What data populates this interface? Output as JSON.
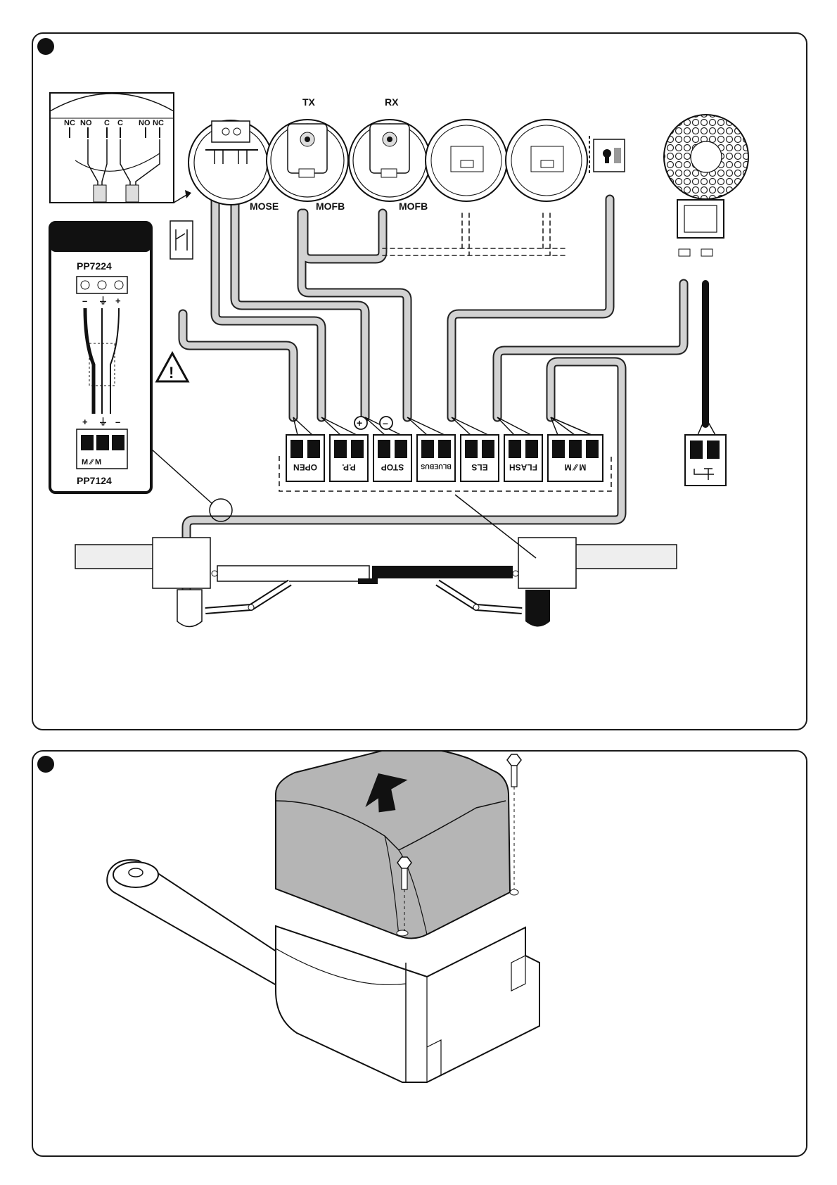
{
  "top_panel": {
    "inset_labels": [
      "NC",
      "NO",
      "C",
      "C",
      "NO",
      "NC"
    ],
    "device_labels": {
      "mose": "MOSE",
      "mofb_tx": "MOFB",
      "mofb_rx": "MOFB",
      "tx": "TX",
      "rx": "RX"
    },
    "adapter_box": {
      "top_model": "PP7224",
      "bottom_model": "PP7124",
      "top_signs": [
        "–",
        "⏚",
        "+"
      ],
      "bottom_signs": [
        "+",
        "⏚",
        "–"
      ],
      "bottom_terminals": "M ⁄⁄ M"
    },
    "terminals": [
      {
        "label": "OPEN"
      },
      {
        "label": "P.P."
      },
      {
        "label": "STOP"
      },
      {
        "label": "BLUEBUS"
      },
      {
        "label": "ELS"
      },
      {
        "label": "FLASH"
      },
      {
        "label": "M ⁄⁄ M"
      }
    ],
    "polarity": {
      "plus": "+",
      "minus": "–"
    },
    "warning": "!"
  },
  "colors": {
    "cable": "#cfcfcf",
    "outline": "#1a1a1a",
    "cover": "#b5b5b5",
    "dark": "#111111"
  }
}
